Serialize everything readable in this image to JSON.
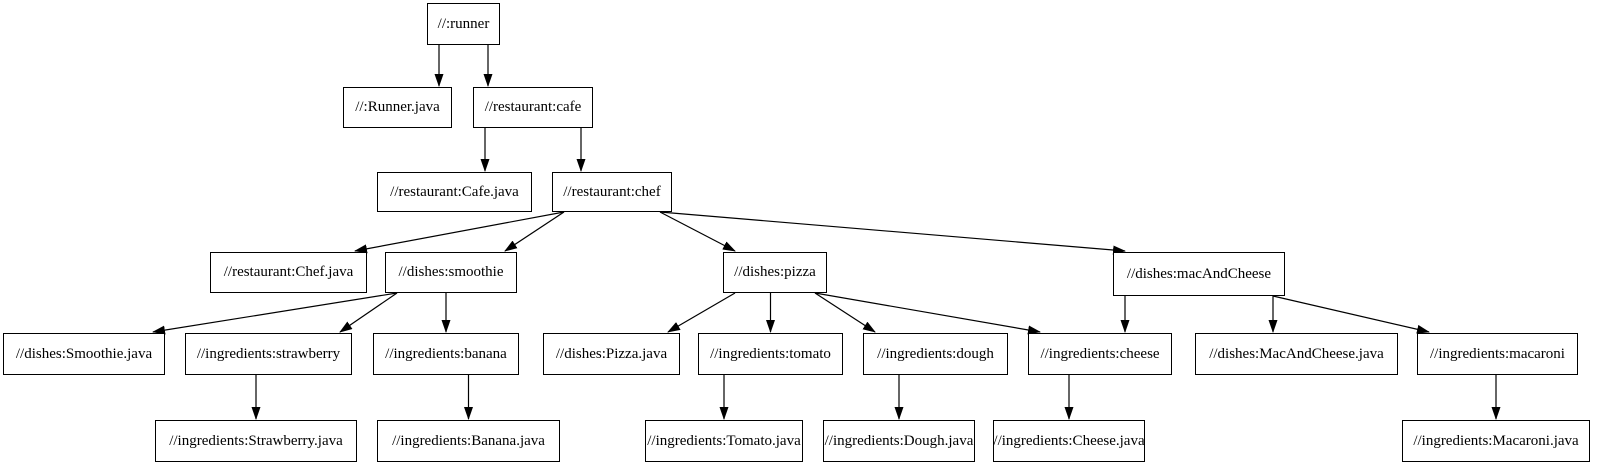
{
  "diagram": {
    "nodes": [
      {
        "id": "runner",
        "label": "//:runner"
      },
      {
        "id": "runner_java",
        "label": "//:Runner.java"
      },
      {
        "id": "cafe",
        "label": "//restaurant:cafe"
      },
      {
        "id": "cafe_java",
        "label": "//restaurant:Cafe.java"
      },
      {
        "id": "chef",
        "label": "//restaurant:chef"
      },
      {
        "id": "chef_java",
        "label": "//restaurant:Chef.java"
      },
      {
        "id": "smoothie",
        "label": "//dishes:smoothie"
      },
      {
        "id": "pizza",
        "label": "//dishes:pizza"
      },
      {
        "id": "mac",
        "label": "//dishes:macAndCheese"
      },
      {
        "id": "smoothie_java",
        "label": "//dishes:Smoothie.java"
      },
      {
        "id": "strawberry",
        "label": "//ingredients:strawberry"
      },
      {
        "id": "banana",
        "label": "//ingredients:banana"
      },
      {
        "id": "pizza_java",
        "label": "//dishes:Pizza.java"
      },
      {
        "id": "tomato",
        "label": "//ingredients:tomato"
      },
      {
        "id": "dough",
        "label": "//ingredients:dough"
      },
      {
        "id": "cheese",
        "label": "//ingredients:cheese"
      },
      {
        "id": "mac_java",
        "label": "//dishes:MacAndCheese.java"
      },
      {
        "id": "macaroni",
        "label": "//ingredients:macaroni"
      },
      {
        "id": "strawberry_java",
        "label": "//ingredients:Strawberry.java"
      },
      {
        "id": "banana_java",
        "label": "//ingredients:Banana.java"
      },
      {
        "id": "tomato_java",
        "label": "//ingredients:Tomato.java"
      },
      {
        "id": "dough_java",
        "label": "//ingredients:Dough.java"
      },
      {
        "id": "cheese_java",
        "label": "//ingredients:Cheese.java"
      },
      {
        "id": "macaroni_java",
        "label": "//ingredients:Macaroni.java"
      }
    ],
    "edges": [
      {
        "from": "runner",
        "to": "runner_java"
      },
      {
        "from": "runner",
        "to": "cafe"
      },
      {
        "from": "cafe",
        "to": "cafe_java"
      },
      {
        "from": "cafe",
        "to": "chef"
      },
      {
        "from": "chef",
        "to": "chef_java"
      },
      {
        "from": "chef",
        "to": "smoothie"
      },
      {
        "from": "chef",
        "to": "pizza"
      },
      {
        "from": "chef",
        "to": "mac"
      },
      {
        "from": "smoothie",
        "to": "smoothie_java"
      },
      {
        "from": "smoothie",
        "to": "strawberry"
      },
      {
        "from": "smoothie",
        "to": "banana"
      },
      {
        "from": "pizza",
        "to": "pizza_java"
      },
      {
        "from": "pizza",
        "to": "tomato"
      },
      {
        "from": "pizza",
        "to": "dough"
      },
      {
        "from": "pizza",
        "to": "cheese"
      },
      {
        "from": "mac",
        "to": "cheese"
      },
      {
        "from": "mac",
        "to": "mac_java"
      },
      {
        "from": "mac",
        "to": "macaroni"
      },
      {
        "from": "strawberry",
        "to": "strawberry_java"
      },
      {
        "from": "banana",
        "to": "banana_java"
      },
      {
        "from": "tomato",
        "to": "tomato_java"
      },
      {
        "from": "dough",
        "to": "dough_java"
      },
      {
        "from": "cheese",
        "to": "cheese_java"
      },
      {
        "from": "macaroni",
        "to": "macaroni_java"
      }
    ]
  },
  "colors": {
    "background": "#ffffff",
    "node_fill": "#ffffff",
    "node_border": "#000000",
    "edge": "#000000",
    "text": "#000000"
  }
}
